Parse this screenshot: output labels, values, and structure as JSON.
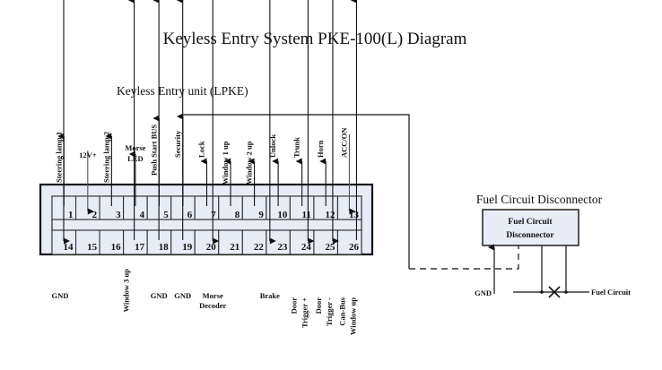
{
  "title": "Keyless Entry System PKE-100(L) Diagram",
  "unit_label": "Keyless Entry unit (LPKE)",
  "fuel_section_label": "Fuel Circuit Disconnector",
  "fuel_box": {
    "line1": "Fuel Circuit",
    "line2": "Disconnector"
  },
  "fuel_gnd_label": "GND",
  "fuel_circuit_label": "Fuel Circuit",
  "colors": {
    "panel_fill": "#e8ecf7",
    "line": "#111111",
    "wire": "#444444"
  },
  "top_pins": [
    {
      "num": "1",
      "label": [
        "Steering lamp 1"
      ],
      "dir": "out",
      "vertical": true
    },
    {
      "num": "2",
      "label": [
        "12V+"
      ],
      "dir": "in",
      "vertical": false
    },
    {
      "num": "3",
      "label": [
        "Steering lamp 2"
      ],
      "dir": "out",
      "vertical": true
    },
    {
      "num": "4",
      "label": [
        "Morse",
        "LED"
      ],
      "dir": "out",
      "vertical": false
    },
    {
      "num": "5",
      "label": [
        "Push Start BUS"
      ],
      "dir": "out",
      "vertical": true
    },
    {
      "num": "6",
      "label": [
        "Security"
      ],
      "dir": "out",
      "vertical": true
    },
    {
      "num": "7",
      "label": [
        "Lock"
      ],
      "dir": "out",
      "vertical": true
    },
    {
      "num": "8",
      "label": [
        "Window 1 up"
      ],
      "dir": "out",
      "vertical": true
    },
    {
      "num": "9",
      "label": [
        "Window 2 up"
      ],
      "dir": "out",
      "vertical": true
    },
    {
      "num": "10",
      "label": [
        "Unlock"
      ],
      "dir": "out",
      "vertical": true
    },
    {
      "num": "11",
      "label": [
        "Trunk"
      ],
      "dir": "out",
      "vertical": true
    },
    {
      "num": "12",
      "label": [
        "Horn"
      ],
      "dir": "out",
      "vertical": true
    },
    {
      "num": "13",
      "label": [
        "ACC/ON"
      ],
      "dir": "in",
      "vertical": true
    }
  ],
  "bottom_pins": [
    {
      "num": "14",
      "label": [
        "GND"
      ],
      "dir": "in",
      "vertical": false
    },
    {
      "num": "15",
      "label": [],
      "dir": "none"
    },
    {
      "num": "16",
      "label": [],
      "dir": "none"
    },
    {
      "num": "17",
      "label": [
        "Window 3 up"
      ],
      "dir": "out",
      "vertical": true
    },
    {
      "num": "18",
      "label": [
        "GND"
      ],
      "dir": "out",
      "vertical": false
    },
    {
      "num": "19",
      "label": [
        "GND"
      ],
      "dir": "out",
      "vertical": false
    },
    {
      "num": "20",
      "label": [
        "Morse",
        "Decoder"
      ],
      "dir": "in",
      "vertical": false
    },
    {
      "num": "21",
      "label": [],
      "dir": "none"
    },
    {
      "num": "22",
      "label": [],
      "dir": "none"
    },
    {
      "num": "23",
      "label": [
        "Brake"
      ],
      "dir": "in",
      "vertical": false
    },
    {
      "num": "24",
      "label": [
        "Door",
        "Trigger +"
      ],
      "dir": "in",
      "vertical": true
    },
    {
      "num": "25",
      "label": [
        "Door",
        "Trigger -"
      ],
      "dir": "in",
      "vertical": true
    },
    {
      "num": "26",
      "label": [
        "Can-Bus",
        "Window up"
      ],
      "dir": "out",
      "vertical": true
    }
  ]
}
